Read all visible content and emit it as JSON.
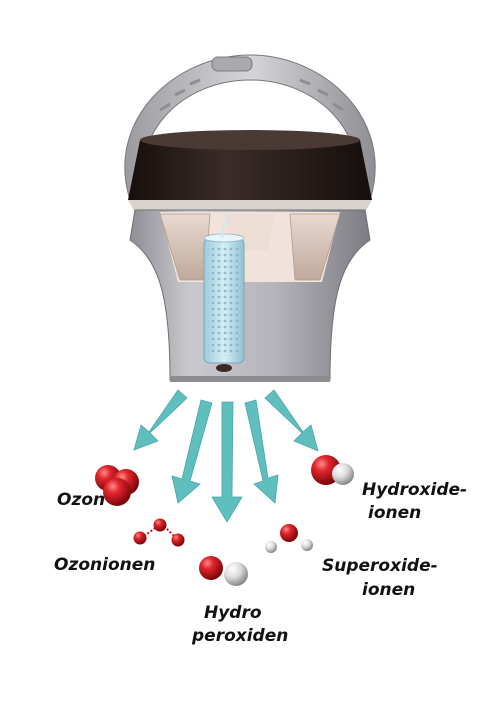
{
  "labels": {
    "ozon": "Ozon",
    "ozonionen": "Ozonionen",
    "hydro_line1": "Hydro",
    "hydro_line2": "peroxiden",
    "hydroxide_line1": "Hydroxide-",
    "hydroxide_line2": "ionen",
    "superoxide_line1": "Superoxide-",
    "superoxide_line2": "ionen"
  },
  "colors": {
    "arrow": "#5fbfbf",
    "oxygen_atom": "#c8141c",
    "hydrogen_atom": "#e6e6e6",
    "device_body": "#b9b9be",
    "device_dark": "#2a1f1c",
    "filter": "#bcdde9"
  },
  "icons": {
    "device": "air-purifier-device-icon",
    "ozone": "ozone-molecule-icon",
    "ozone_ion": "ozone-ion-molecule-icon",
    "hydroperoxide": "hydroperoxide-molecule-icon",
    "hydroxide": "hydroxide-molecule-icon",
    "superoxide": "superoxide-molecule-icon"
  }
}
